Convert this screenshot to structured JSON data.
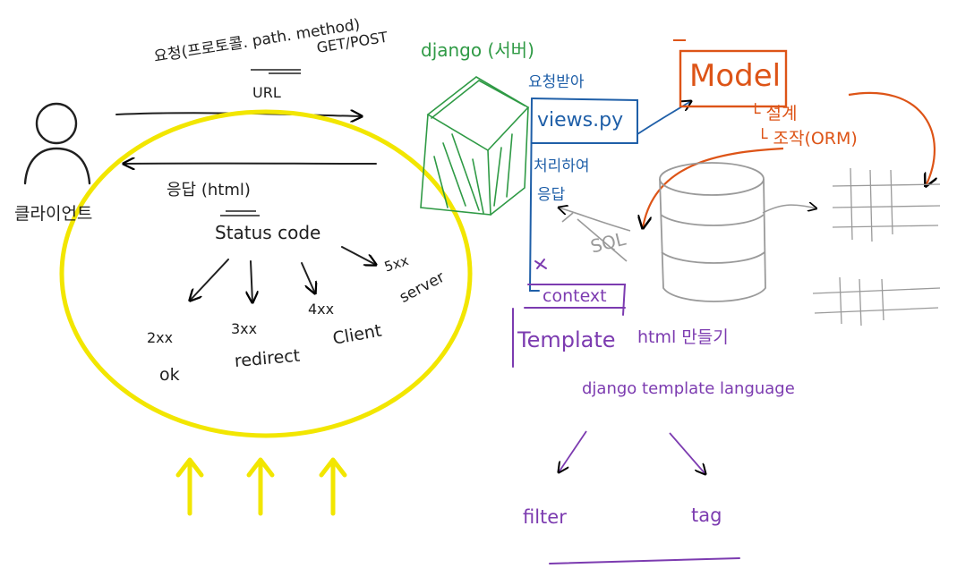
{
  "client": {
    "label": "클라이언트",
    "request_label": "요청(프로토콜. path. method)",
    "url_label": "URL",
    "method_label": "GET/POST",
    "response_label": "응답 (html)"
  },
  "status": {
    "title": "Status code",
    "codes": [
      {
        "code": "2xx",
        "meaning": "ok"
      },
      {
        "code": "3xx",
        "meaning": "redirect"
      },
      {
        "code": "4xx",
        "meaning": "Client"
      },
      {
        "code": "5xx",
        "meaning": "server"
      }
    ]
  },
  "django": {
    "label": "django (서버)",
    "receive_label": "요청받아",
    "views_label": "views.py",
    "process_label": "처리하여",
    "respond_label": "응답",
    "context_label": "context"
  },
  "model": {
    "label": "Model",
    "design_label": "└ 설계",
    "manipulate_label": "└ 조작(ORM)",
    "sql_label": "SQL"
  },
  "template": {
    "label": "Template",
    "html_label": "html 만들기",
    "language_label": "django template language",
    "filter_label": "filter",
    "tag_label": "tag"
  },
  "colors": {
    "ink": "#202020",
    "highlight": "#f2e600",
    "django": "#2f9a45",
    "views": "#1f5fa8",
    "model": "#dd5417",
    "template": "#7c3bb0",
    "database": "#9a9a9a"
  }
}
